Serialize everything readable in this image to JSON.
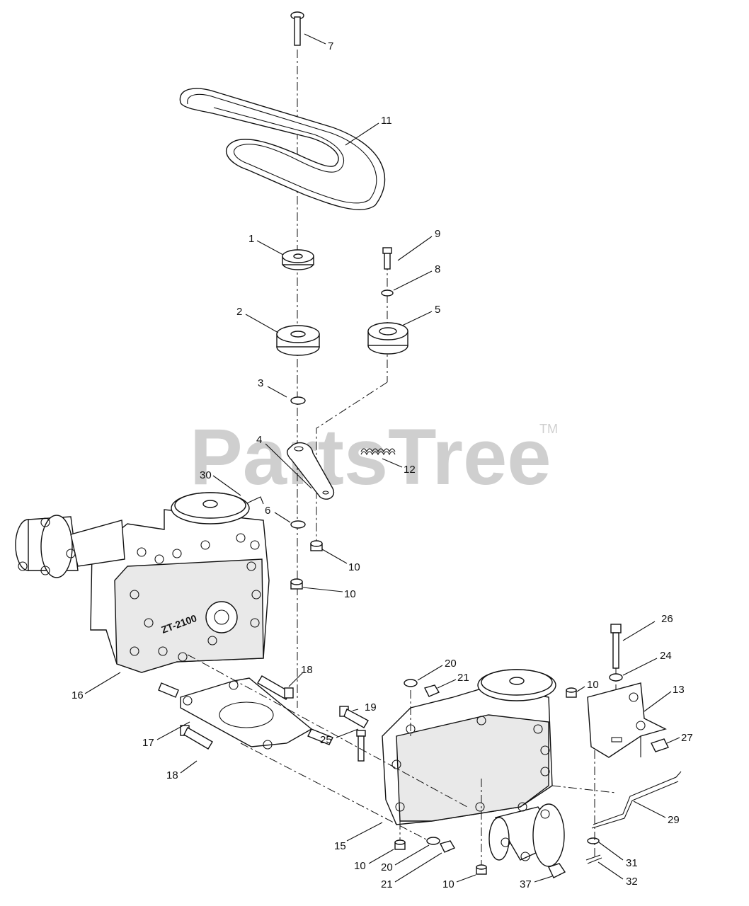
{
  "watermark": {
    "text": "PartsTree",
    "trademark": "TM"
  },
  "unit_marking": "ZT-2100",
  "callouts": [
    {
      "id": "c7",
      "text": "7"
    },
    {
      "id": "c11",
      "text": "11"
    },
    {
      "id": "c1",
      "text": "1"
    },
    {
      "id": "c9",
      "text": "9"
    },
    {
      "id": "c8",
      "text": "8"
    },
    {
      "id": "c2",
      "text": "2"
    },
    {
      "id": "c5",
      "text": "5"
    },
    {
      "id": "c3",
      "text": "3"
    },
    {
      "id": "c4",
      "text": "4"
    },
    {
      "id": "c12",
      "text": "12"
    },
    {
      "id": "c30",
      "text": "30"
    },
    {
      "id": "c6",
      "text": "6"
    },
    {
      "id": "c10a",
      "text": "10"
    },
    {
      "id": "c10b",
      "text": "10"
    },
    {
      "id": "c26",
      "text": "26"
    },
    {
      "id": "c24",
      "text": "24"
    },
    {
      "id": "c20a",
      "text": "20"
    },
    {
      "id": "c21a",
      "text": "21"
    },
    {
      "id": "c18a",
      "text": "18"
    },
    {
      "id": "c10c",
      "text": "10"
    },
    {
      "id": "c13",
      "text": "13"
    },
    {
      "id": "c16",
      "text": "16"
    },
    {
      "id": "c19",
      "text": "19"
    },
    {
      "id": "c27",
      "text": "27"
    },
    {
      "id": "c17",
      "text": "17"
    },
    {
      "id": "c25",
      "text": "25"
    },
    {
      "id": "c18b",
      "text": "18"
    },
    {
      "id": "c29",
      "text": "29"
    },
    {
      "id": "c15",
      "text": "15"
    },
    {
      "id": "c31",
      "text": "31"
    },
    {
      "id": "c10d",
      "text": "10"
    },
    {
      "id": "c20b",
      "text": "20"
    },
    {
      "id": "c21b",
      "text": "21"
    },
    {
      "id": "c10e",
      "text": "10"
    },
    {
      "id": "c37",
      "text": "37"
    },
    {
      "id": "c32",
      "text": "32"
    }
  ]
}
